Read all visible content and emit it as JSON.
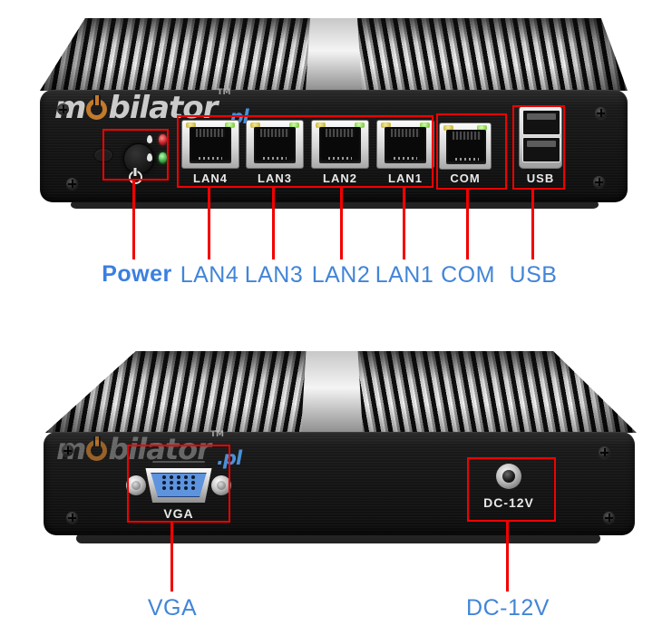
{
  "watermark": {
    "pre": "m",
    "rest": "bilator",
    "tld": ".pl",
    "tm": "TM"
  },
  "top_view": {
    "port_labels": {
      "lan": [
        "LAN4",
        "LAN3",
        "LAN2",
        "LAN1"
      ],
      "com": "COM",
      "usb": "USB"
    },
    "callouts": [
      {
        "id": "power",
        "label": "Power"
      },
      {
        "id": "lan4",
        "label": "LAN4"
      },
      {
        "id": "lan3",
        "label": "LAN3"
      },
      {
        "id": "lan2",
        "label": "LAN2"
      },
      {
        "id": "lan1",
        "label": "LAN1"
      },
      {
        "id": "com",
        "label": "COM"
      },
      {
        "id": "usb",
        "label": "USB"
      }
    ]
  },
  "bottom_view": {
    "port_labels": {
      "vga": "VGA",
      "dc": "DC-12V"
    },
    "callouts": [
      {
        "id": "vga",
        "label": "VGA"
      },
      {
        "id": "dc",
        "label": "DC-12V"
      }
    ]
  },
  "icons": {
    "logo_o": "power-symbol",
    "power_button_glyph": "power-symbol",
    "screw": "phillips-screw",
    "status_indicator": "water-drop",
    "power_leds": [
      "red",
      "green"
    ],
    "lan_port_leds": [
      "yellow",
      "green"
    ]
  },
  "colors": {
    "annotation_red": "#f20000",
    "label_blue": "#4285d8",
    "power_label_blue": "#3b7fe0",
    "led_red": "#c8232b",
    "led_green": "#3fae48",
    "lan_led_yellow": "#cdbc45",
    "lan_led_green": "#8ad34d",
    "logo_orange": "#c27a2c",
    "logo_tld_blue": "#4a90d8",
    "vga_blue": "#5e93dd",
    "port_label_white": "#e9e9e9"
  }
}
